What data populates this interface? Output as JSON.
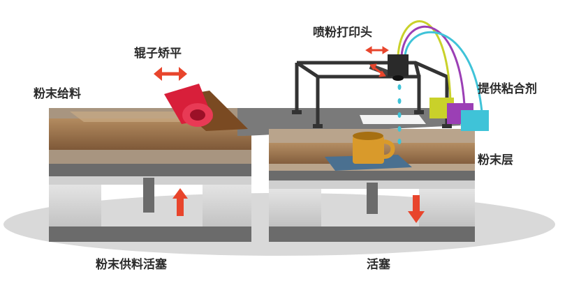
{
  "labels": {
    "roller_leveling": "辊子矫平",
    "print_head": "喷粉打印头",
    "powder_feed": "粉末给料",
    "binder_supply": "提供粘合剂",
    "powder_layer": "粉末层",
    "feed_piston": "粉末供料活塞",
    "build_piston": "活塞"
  },
  "colors": {
    "arrow": "#e8452c",
    "roller": "#d81f3a",
    "powder": "#8a5a2b",
    "cup": "#d99a2b",
    "binder_yellow": "#c9d12a",
    "binder_purple": "#9b3fb5",
    "binder_cyan": "#3fc3d8"
  }
}
